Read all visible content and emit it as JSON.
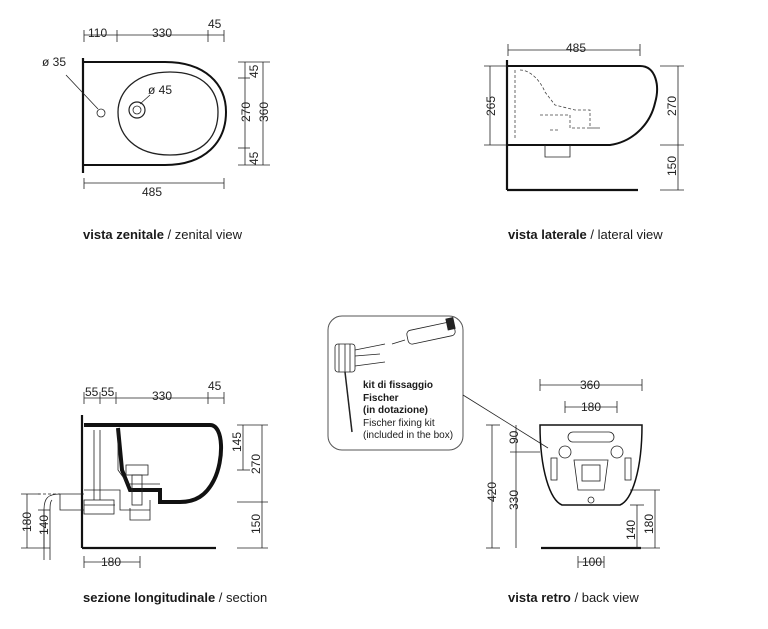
{
  "zenital": {
    "dims": {
      "d110": "110",
      "d330": "330",
      "d45": "45",
      "d35": "ø 35",
      "d45b": "ø 45",
      "r45a": "45",
      "r270": "270",
      "r360": "360",
      "r45b": "45",
      "d485": "485"
    },
    "caption_bold": "vista zenitale",
    "caption_rest": " / zenital view"
  },
  "lateral": {
    "dims": {
      "d485": "485",
      "d265": "265",
      "d270": "270",
      "d150": "150"
    },
    "caption_bold": "vista laterale",
    "caption_rest": " / lateral view"
  },
  "section": {
    "dims": {
      "d55a": "55",
      "d55b": "55",
      "d330": "330",
      "d45": "45",
      "d145": "145",
      "d270": "270",
      "d150": "150",
      "d180": "180",
      "d140": "140",
      "d180b": "180"
    },
    "caption_bold": "sezione longitudinale",
    "caption_rest": " / section"
  },
  "back": {
    "dims": {
      "d360": "360",
      "d180": "180",
      "d90": "90",
      "d420": "420",
      "d330": "330",
      "d140": "140",
      "d180b": "180",
      "d100": "100"
    },
    "caption_bold": "vista retro",
    "caption_rest": " / back view"
  },
  "kit": {
    "line1": "kit di fissaggio",
    "line2": "Fischer",
    "line3": "(in dotazione)",
    "line4": "Fischer fixing kit",
    "line5": "(included in the box)"
  }
}
